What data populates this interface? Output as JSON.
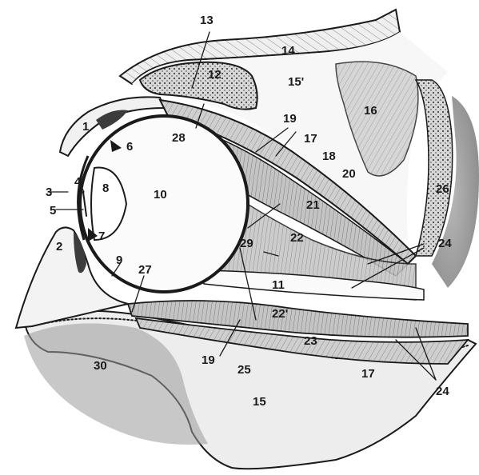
{
  "labels": {
    "l1": "1",
    "l2": "2",
    "l3": "3",
    "l4": "4",
    "l5": "5",
    "l6": "6",
    "l7": "7",
    "l8": "8",
    "l9": "9",
    "l10": "10",
    "l11": "11",
    "l12": "12",
    "l13": "13",
    "l14": "14",
    "l15": "15",
    "l15p": "15'",
    "l16": "16",
    "l17a": "17",
    "l17b": "17",
    "l18": "18",
    "l19a": "19",
    "l19b": "19",
    "l20": "20",
    "l21": "21",
    "l22": "22",
    "l22p": "22'",
    "l23": "23",
    "l24a": "24",
    "l24b": "24",
    "l25": "25",
    "l26": "26",
    "l27": "27",
    "l28": "28",
    "l29": "29",
    "l30": "30"
  }
}
